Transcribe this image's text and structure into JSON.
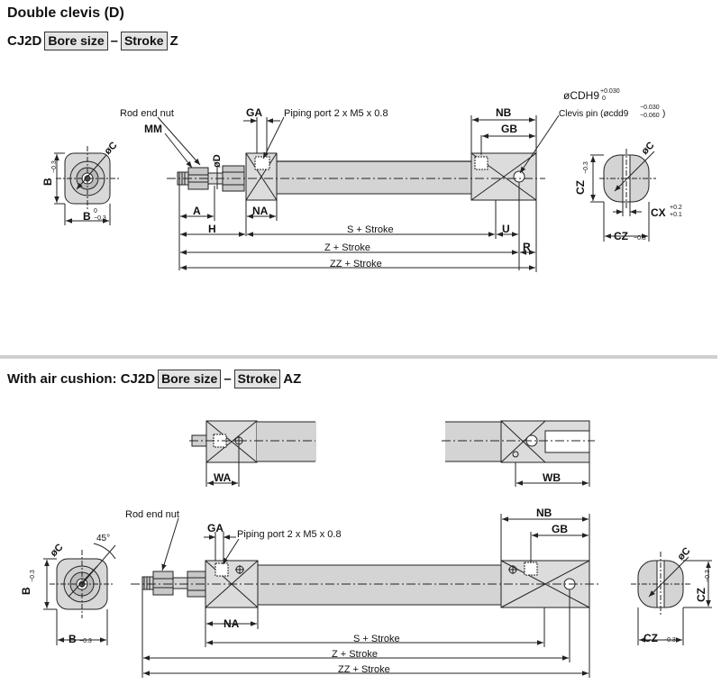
{
  "section1": {
    "title": "Double clevis (D)",
    "code_prefix": "CJ2D",
    "box1": "Bore size",
    "dash": "–",
    "box2": "Stroke",
    "suffix": "Z",
    "labels": {
      "rod_end_nut": "Rod end nut",
      "mm": "MM",
      "ga": "GA",
      "piping_port": "Piping port 2 x M5 x 0.8",
      "nb": "NB",
      "gb": "GB",
      "cd": "øCDH9",
      "cd_tol": "+0.030",
      "cd_tol2": "0",
      "clevis_pin": "Clevis pin (øcdd9",
      "clevis_tol": "−0.030",
      "clevis_tol2": "−0.060",
      "clevis_close": ")",
      "a": "A",
      "na": "NA",
      "od": "øD",
      "h": "H",
      "s_stroke": "S + Stroke",
      "u": "U",
      "z_stroke": "Z + Stroke",
      "r": "R",
      "zz_stroke": "ZZ + Stroke",
      "b": "B",
      "b_tol": "−0.3",
      "b_tol0": "0",
      "oc": "øC",
      "cz": "CZ",
      "cz_tol": "−0.3",
      "cx": "CX",
      "cx_tol": "+0.2",
      "cx_tol2": "+0.1"
    }
  },
  "section2": {
    "title_prefix": "With air cushion: CJ2D",
    "box1": "Bore size",
    "dash": "–",
    "box2": "Stroke",
    "suffix": "AZ",
    "labels": {
      "wa": "WA",
      "wb": "WB",
      "rod_end_nut": "Rod end nut",
      "ga": "GA",
      "piping_port": "Piping port 2 x M5 x 0.8",
      "nb": "NB",
      "gb": "GB",
      "angle": "45°",
      "oc": "øC",
      "b": "B",
      "b_tol": "−0.3",
      "na": "NA",
      "s_stroke": "S + Stroke",
      "z_stroke": "Z + Stroke",
      "zz_stroke": "ZZ + Stroke",
      "cz": "CZ",
      "cz_tol": "−0.3"
    }
  },
  "colors": {
    "body_fill": "#dcdcdc",
    "body_stroke": "#333333",
    "separator": "#cfcfcf"
  }
}
